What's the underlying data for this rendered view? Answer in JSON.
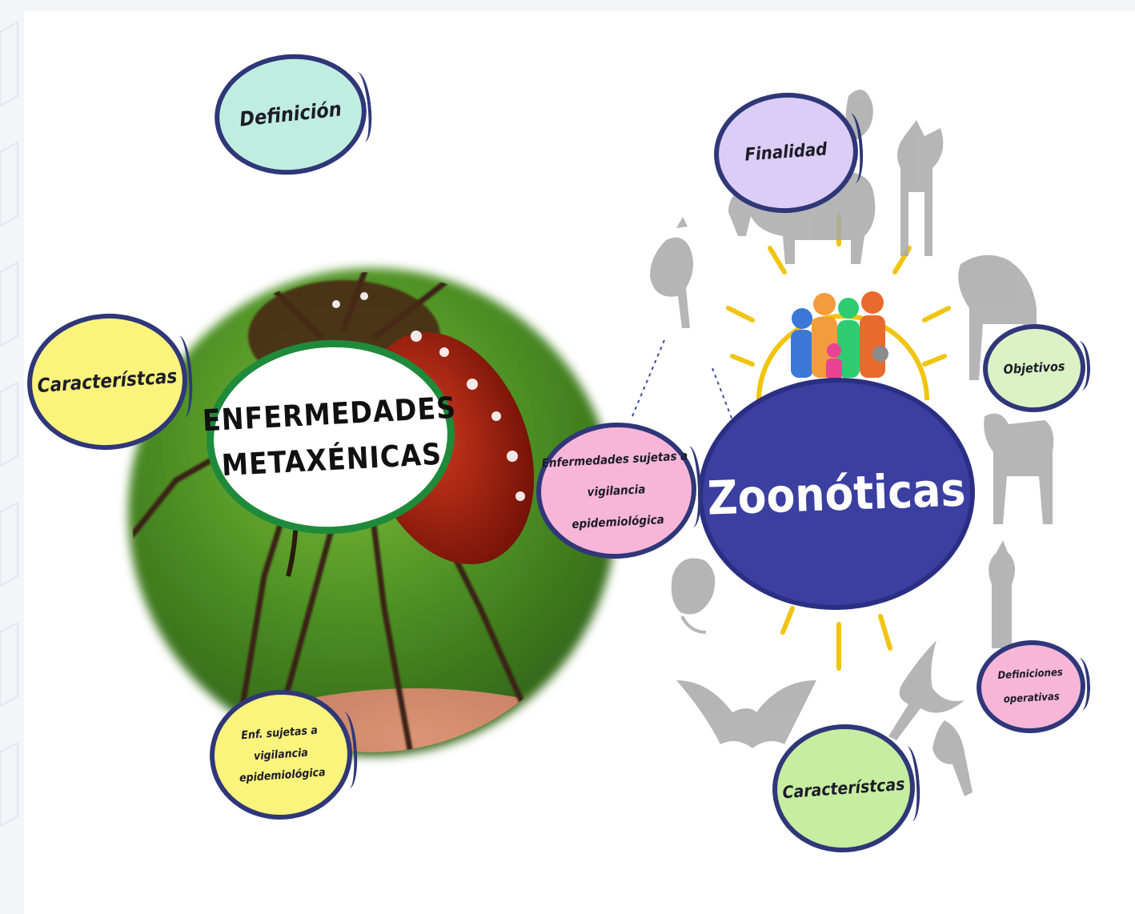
{
  "colors": {
    "metax_ring": "#1f8b3a",
    "zoo_fill": "#3a3fa0",
    "bubble_outline": "#2f3779",
    "teal": "#bfeee0",
    "yellow": "#faf37c",
    "pink": "#f7b6d8",
    "lilac": "#dccdf6",
    "pale_green": "#daf2c4",
    "green": "#c6eda0"
  },
  "icons": [
    "mosquito-photo-icon",
    "community-people-icon",
    "sun-rays-icon",
    "rooster-icon",
    "cow-icon",
    "goat-icon",
    "horse-icon",
    "dog-icon",
    "cat-icon",
    "rat-icon",
    "bat-icon",
    "bird-icon",
    "fish-icon"
  ],
  "left": {
    "title_line1": "ENFERMEDADES",
    "title_line2": "METAXÉNICAS",
    "definicion": "Definición",
    "caracteristicas": "Característcas",
    "vigilancia_line1": "Enf. sujetas a",
    "vigilancia_line2": "vigilancia",
    "vigilancia_line3": "epidemiológica"
  },
  "right": {
    "title": "Zoonóticas",
    "finalidad": "Finalidad",
    "objetivos": "Objetivos",
    "definiciones_line1": "Definiciones",
    "definiciones_line2": "operativas",
    "caracteristicas": "Característcas",
    "vigilancia_line1": "Enfermedades sujetas a",
    "vigilancia_line2": "vigilancia epidemiológica"
  }
}
